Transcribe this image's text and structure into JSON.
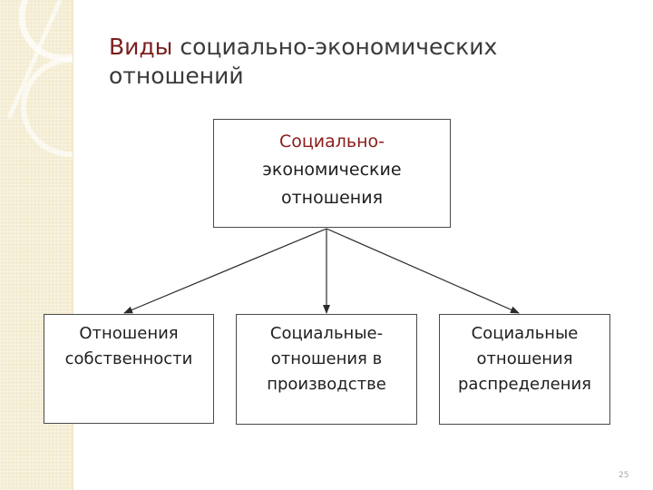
{
  "title": {
    "line1_accent": "Виды",
    "line1_rest": " социально-экономических",
    "line2": "отношений"
  },
  "diagram": {
    "root": {
      "line1": "Социально-",
      "line2": "экономические",
      "line3": "отношения"
    },
    "children": [
      {
        "line1": "Отношения",
        "line2": "собственности"
      },
      {
        "line1": "Социальные-",
        "line2": "отношения в",
        "line3": "производстве"
      },
      {
        "line1": "Социальные",
        "line2": "отношения",
        "line3": "распределения"
      }
    ]
  },
  "page_number": "25",
  "colors": {
    "accent": "#7a1f1f",
    "text": "#1e1e1e",
    "side_band": "#f3ebcf",
    "border": "#4a4a4a"
  }
}
